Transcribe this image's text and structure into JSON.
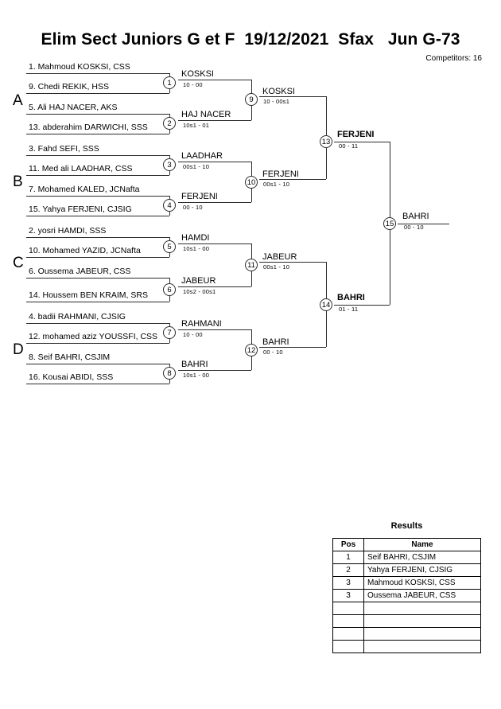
{
  "header": {
    "title": "Elim Sect Juniors G et F  19/12/2021  Sfax   Jun G-73",
    "competitors": "Competitors: 16"
  },
  "groups": [
    {
      "letter": "A"
    },
    {
      "letter": "B"
    },
    {
      "letter": "C"
    },
    {
      "letter": "D"
    }
  ],
  "round1": {
    "players": [
      {
        "label": "1. Mahmoud KOSKSI, CSS"
      },
      {
        "label": "9. Chedi REKIK, HSS"
      },
      {
        "label": "5. Ali HAJ NACER, AKS"
      },
      {
        "label": "13. abderahim DARWICHI, SSS"
      },
      {
        "label": "3. Fahd SEFI, SSS"
      },
      {
        "label": "11. Med ali  LAADHAR, CSS"
      },
      {
        "label": "7. Mohamed KALED, JCNafta"
      },
      {
        "label": "15. Yahya FERJENI, CJSIG"
      },
      {
        "label": "2. yosri HAMDI, SSS"
      },
      {
        "label": "10. Mohamed YAZID, JCNafta"
      },
      {
        "label": "6. Oussema JABEUR, CSS"
      },
      {
        "label": "14. Houssem BEN KRAIM, SRS"
      },
      {
        "label": "4. badii RAHMANI, CJSIG"
      },
      {
        "label": "12. mohamed aziz YOUSSFI, CSS"
      },
      {
        "label": "8. Seif BAHRI, CSJIM"
      },
      {
        "label": "16. Kousai ABIDI, SSS"
      }
    ],
    "matches": [
      {
        "number": "1",
        "winner": "KOSKSI",
        "score": "10 - 00"
      },
      {
        "number": "2",
        "winner": "HAJ NACER",
        "score": "10s1 - 01"
      },
      {
        "number": "3",
        "winner": "LAADHAR",
        "score": "00s1 - 10"
      },
      {
        "number": "4",
        "winner": "FERJENI",
        "score": "00 - 10"
      },
      {
        "number": "5",
        "winner": "HAMDI",
        "score": "10s1 - 00"
      },
      {
        "number": "6",
        "winner": "JABEUR",
        "score": "10s2 - 00s1"
      },
      {
        "number": "7",
        "winner": "RAHMANI",
        "score": "10 - 00"
      },
      {
        "number": "8",
        "winner": "BAHRI",
        "score": "10s1 - 00"
      }
    ]
  },
  "quarterfinals": {
    "matches": [
      {
        "number": "9",
        "winner": "KOSKSI",
        "score": "10 - 00s1"
      },
      {
        "number": "10",
        "winner": "FERJENI",
        "score": "00s1 - 10"
      },
      {
        "number": "11",
        "winner": "JABEUR",
        "score": "00s1 - 10"
      },
      {
        "number": "12",
        "winner": "BAHRI",
        "score": "00 - 10"
      }
    ]
  },
  "semifinals": {
    "matches": [
      {
        "number": "13",
        "winner": "FERJENI",
        "score": "00 - 11"
      },
      {
        "number": "14",
        "winner": "BAHRI",
        "score": "01 - 11"
      }
    ]
  },
  "final": {
    "matches": [
      {
        "number": "15",
        "winner": "BAHRI",
        "score": "00 - 10"
      }
    ]
  },
  "results": {
    "title": "Results",
    "columns": [
      "Pos",
      "Name"
    ],
    "rows": [
      {
        "pos": "1",
        "name": "Seif BAHRI, CSJIM"
      },
      {
        "pos": "2",
        "name": "Yahya FERJENI, CJSIG"
      },
      {
        "pos": "3",
        "name": "Mahmoud KOSKSI, CSS"
      },
      {
        "pos": "3",
        "name": "Oussema JABEUR, CSS"
      },
      {
        "pos": "",
        "name": ""
      },
      {
        "pos": "",
        "name": ""
      },
      {
        "pos": "",
        "name": ""
      },
      {
        "pos": "",
        "name": ""
      }
    ]
  }
}
